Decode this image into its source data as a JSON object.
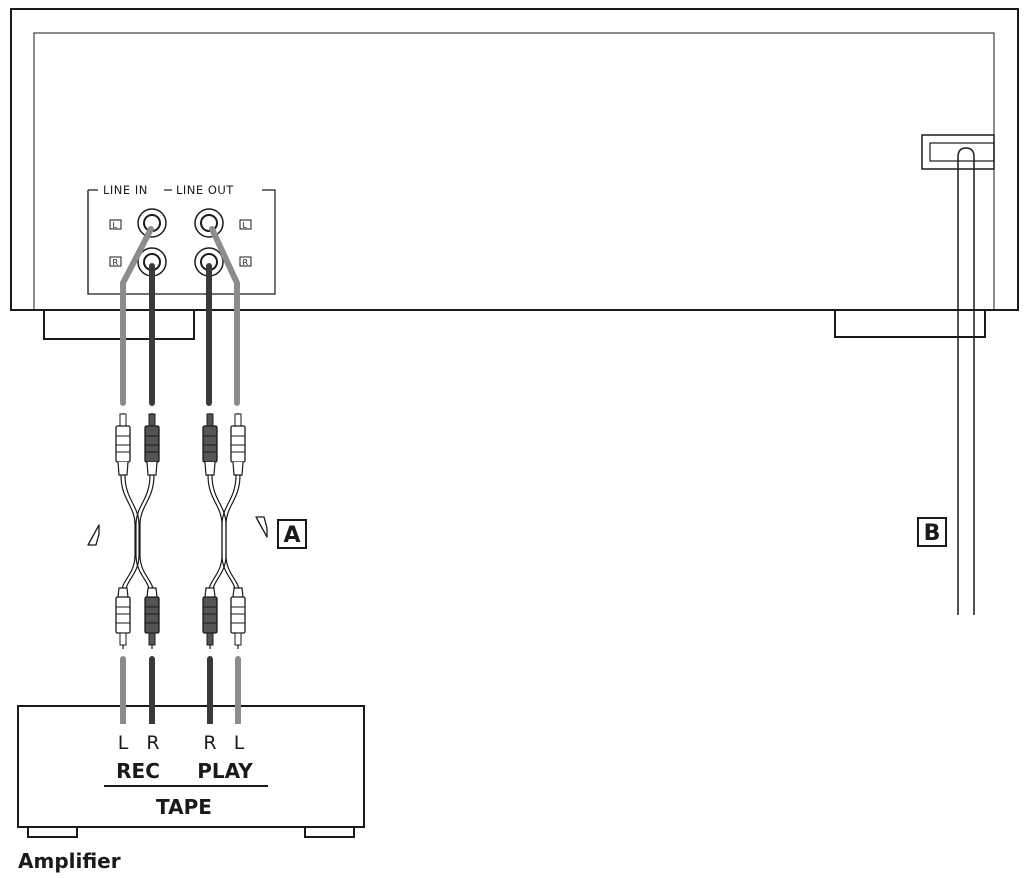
{
  "unit_panel": {
    "line_in_label": "LINE IN",
    "line_out_label": "LINE OUT",
    "jack_left_tag": "L",
    "jack_right_tag": "R"
  },
  "callouts": {
    "a": "A",
    "b": "B"
  },
  "amplifier": {
    "jack_labels": [
      "L",
      "R",
      "R",
      "L"
    ],
    "rec_label": "REC",
    "play_label": "PLAY",
    "tape_label": "TAPE",
    "name": "Amplifier"
  },
  "colors": {
    "outline": "#1a1a1a",
    "cable_light": "#8c8c8c",
    "cable_dark": "#3a3a3a",
    "plug_dark": "#555555",
    "background": "#ffffff"
  }
}
